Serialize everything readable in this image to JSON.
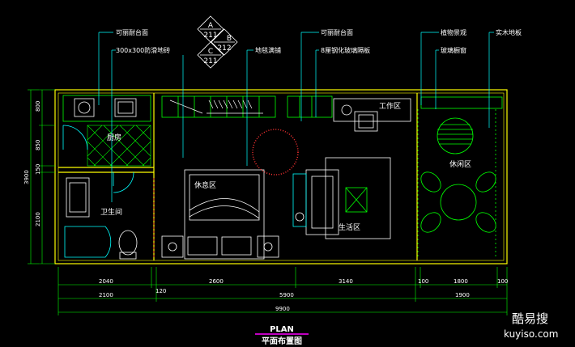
{
  "callouts_top": {
    "counter1": "可丽耐台面",
    "tiles": "300x300防滑地砖",
    "carpet": "地毯满铺",
    "counter2": "可丽耐台面",
    "glass": "8厘钢化玻璃隔板",
    "plants": "植物景观",
    "window": "玻璃橱窗",
    "wood": "实木地板"
  },
  "section_symbol": {
    "a": "A",
    "a_num": "211",
    "b": "B",
    "b_num": "212",
    "c": "C",
    "c_num": "211"
  },
  "rooms": {
    "kitchen": "厨房",
    "bathroom": "卫生间",
    "rest": "休息区",
    "work": "工作区",
    "living": "生活区",
    "leisure": "休闲区"
  },
  "dims_left": [
    "800",
    "850",
    "150",
    "2100",
    "3900"
  ],
  "dims_bottom_row1": [
    "2040",
    "120",
    "2600",
    "3140",
    "100",
    "1800",
    "100"
  ],
  "dims_bottom_row2": [
    "2100",
    "5900",
    "1900"
  ],
  "dims_bottom_total": "9900",
  "title": {
    "plan": "PLAN",
    "subtitle": "平面布置图"
  },
  "watermark": {
    "cn": "酷易搜",
    "url": "kuyiso.com"
  },
  "colors": {
    "background": "#000000",
    "wall": "#ffff00",
    "line_cyan": "#00ffff",
    "line_green": "#00ff00",
    "line_white": "#ffffff",
    "line_red": "#ff3333",
    "title_underline": "#ff00ff"
  }
}
